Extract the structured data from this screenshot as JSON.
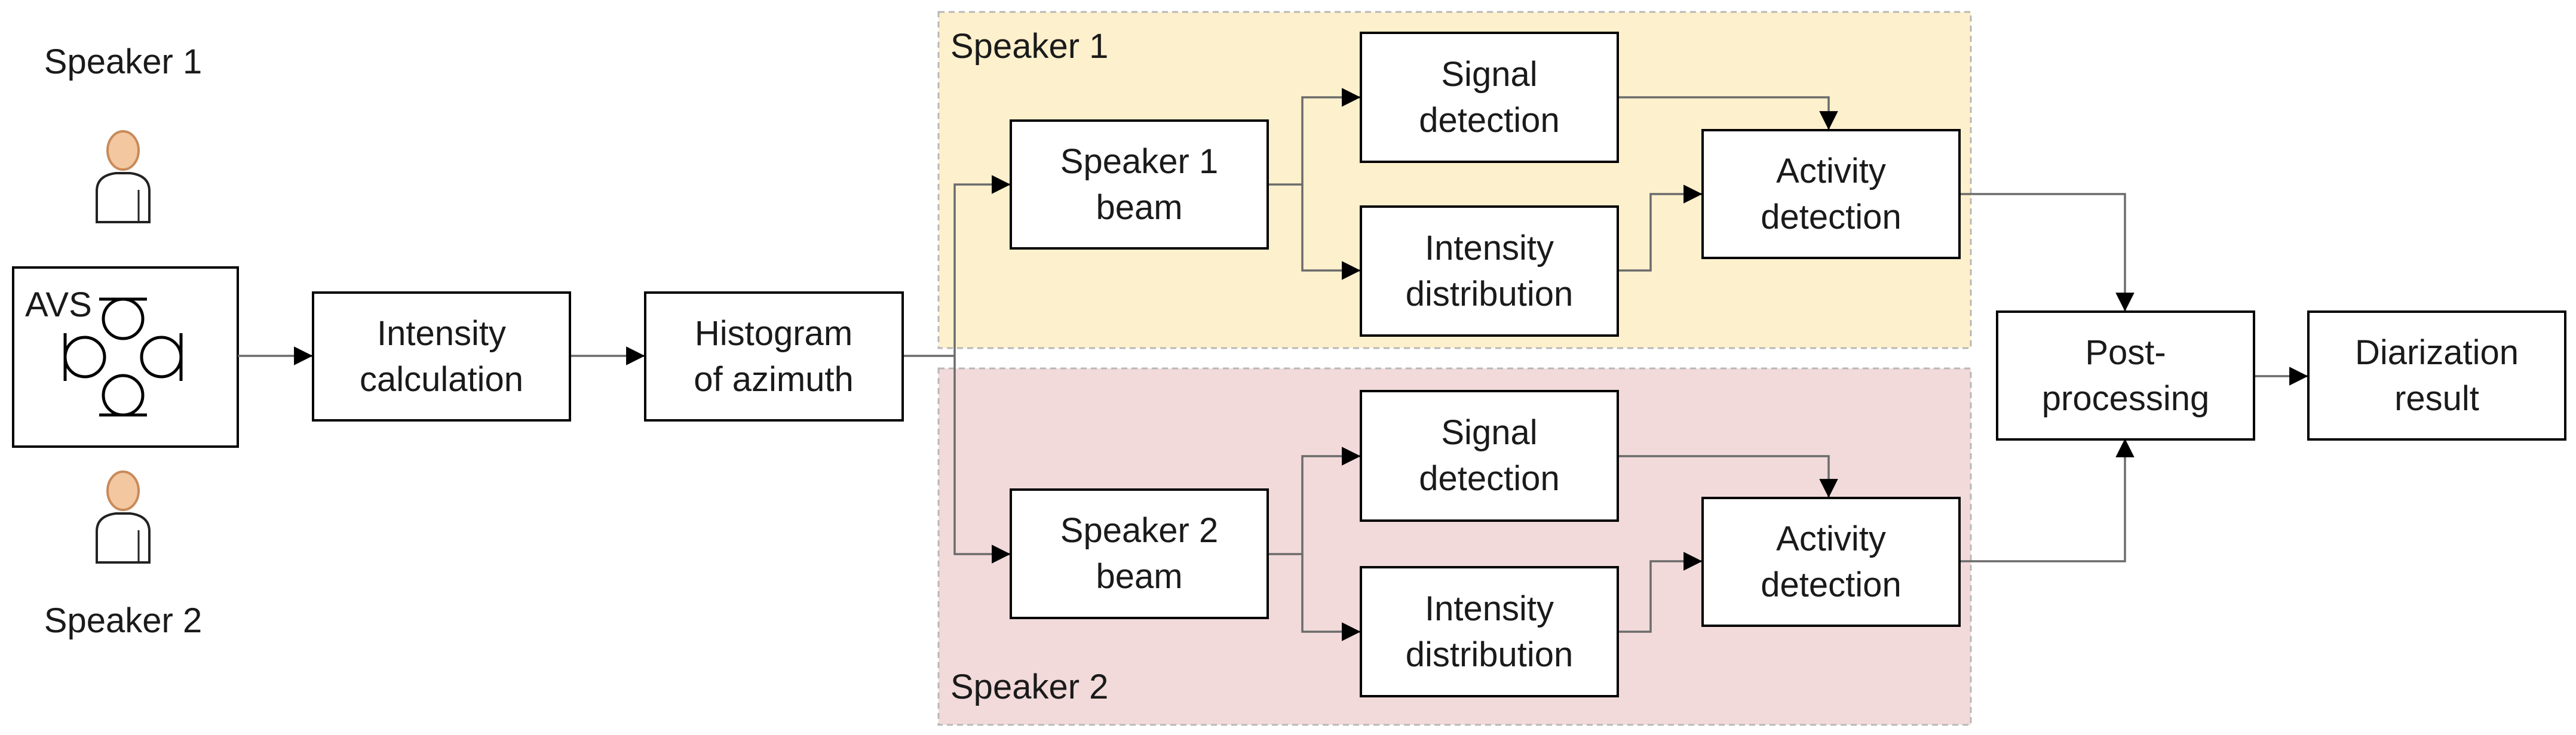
{
  "colors": {
    "region_speaker1": "#fdf0cc",
    "region_speaker2": "#f2dada",
    "person_head": "#f3c7a0",
    "person_head_stroke": "#c88a5a"
  },
  "people": {
    "speaker1_label": "Speaker 1",
    "speaker2_label": "Speaker 2",
    "icon": "person-icon"
  },
  "avs": {
    "label": "AVS",
    "icon": "microphone-array-icon"
  },
  "regions": {
    "speaker1_title": "Speaker 1",
    "speaker2_title": "Speaker 2"
  },
  "blocks": {
    "intensity_calculation": [
      "Intensity",
      "calculation"
    ],
    "histogram_of_azimuth": [
      "Histogram",
      "of azimuth"
    ],
    "speaker1_beam": [
      "Speaker 1",
      "beam"
    ],
    "speaker1_signal_detection": [
      "Signal",
      "detection"
    ],
    "speaker1_intensity_distribution": [
      "Intensity",
      "distribution"
    ],
    "speaker1_activity_detection": [
      "Activity",
      "detection"
    ],
    "speaker2_beam": [
      "Speaker 2",
      "beam"
    ],
    "speaker2_signal_detection": [
      "Signal",
      "detection"
    ],
    "speaker2_intensity_distribution": [
      "Intensity",
      "distribution"
    ],
    "speaker2_activity_detection": [
      "Activity",
      "detection"
    ],
    "post_processing": [
      "Post-",
      "processing"
    ],
    "diarization_result": [
      "Diarization",
      "result"
    ]
  }
}
